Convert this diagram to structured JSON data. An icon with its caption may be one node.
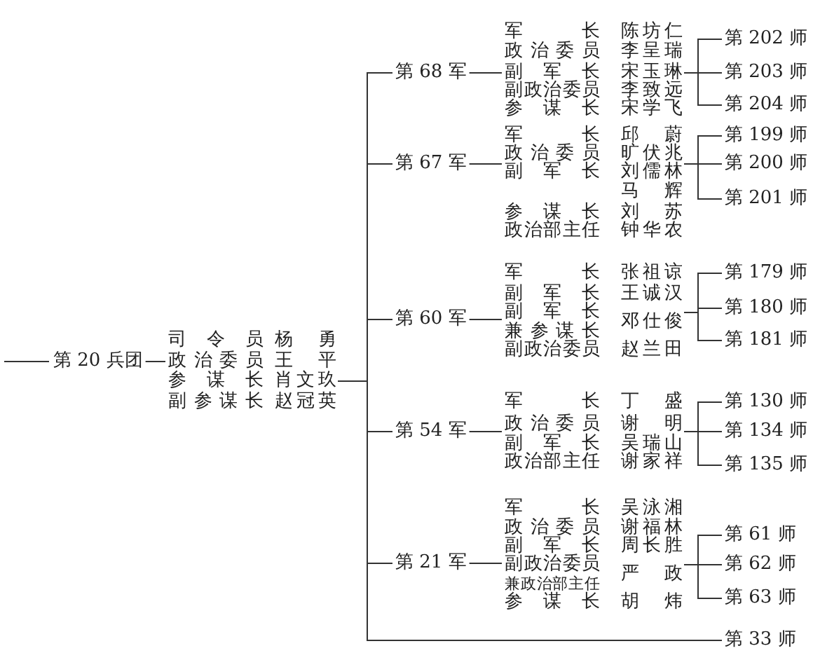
{
  "diagram": {
    "nodes": [
      {
        "text": [
          "第 20 兵团"
        ]
      },
      {
        "text": [
          "司令员",
          "杨勇",
          "政治委员",
          "王平",
          "参谋长",
          "肖文玖",
          "副参谋长",
          "赵冠英"
        ]
      },
      {
        "text": [
          "第 68 军"
        ]
      },
      {
        "text": [
          "军长",
          "陈坊仁",
          "政治委员",
          "李呈瑞",
          "副军长",
          "宋玉琳",
          "副政治委员",
          "李致远",
          "参谋长",
          "宋学飞"
        ]
      },
      {
        "text": [
          "第 202 师"
        ]
      },
      {
        "text": [
          "第 203 师"
        ]
      },
      {
        "text": [
          "第 204 师"
        ]
      },
      {
        "text": [
          "第 67 军"
        ]
      },
      {
        "text": [
          "军长",
          "邱蔚",
          "政治委员",
          "旷伏兆",
          "副军长",
          "刘儒林",
          "马辉",
          "参谋长",
          "刘苏",
          "政治部主任",
          "钟华农"
        ]
      },
      {
        "text": [
          "第 199 师"
        ]
      },
      {
        "text": [
          "第 200 师"
        ]
      },
      {
        "text": [
          "第 201 师"
        ]
      },
      {
        "text": [
          "第 60 军"
        ]
      },
      {
        "text": [
          "军长",
          "张祖谅",
          "副军长",
          "王诚汉",
          "副军长兼参谋长",
          "邓仕俊",
          "副政治委员",
          "赵兰田"
        ]
      },
      {
        "text": [
          "第 179 师"
        ]
      },
      {
        "text": [
          "第 180 师"
        ]
      },
      {
        "text": [
          "第 181 师"
        ]
      },
      {
        "text": [
          "第 54 军"
        ]
      },
      {
        "text": [
          "军长",
          "丁盛",
          "政治委员",
          "谢明",
          "副军长",
          "吴瑞山",
          "政治部主任",
          "谢家祥"
        ]
      },
      {
        "text": [
          "第 130 师"
        ]
      },
      {
        "text": [
          "第 134 师"
        ]
      },
      {
        "text": [
          "第 135 师"
        ]
      },
      {
        "text": [
          "第 21 军"
        ]
      },
      {
        "text": [
          "军长",
          "吴泳湘",
          "政治委员",
          "谢福林",
          "副军长",
          "周长胜",
          "副政治委员兼政治部主任",
          "严政",
          "参谋长",
          "胡炜"
        ]
      },
      {
        "text": [
          "第 61 师"
        ]
      },
      {
        "text": [
          "第 62 师"
        ]
      },
      {
        "text": [
          "第 63 师"
        ]
      },
      {
        "text": [
          "第 33 师"
        ]
      }
    ],
    "edges": [
      {
        "from": null,
        "to": 0,
        "arrow": "none"
      },
      {
        "from": 0,
        "to": 1,
        "arrow": "none"
      },
      {
        "from": 1,
        "to": 2,
        "arrow": "none"
      },
      {
        "from": 2,
        "to": 3,
        "arrow": "none"
      },
      {
        "from": 3,
        "to": 4,
        "arrow": "none"
      },
      {
        "from": 3,
        "to": 5,
        "arrow": "none"
      },
      {
        "from": 3,
        "to": 6,
        "arrow": "none"
      },
      {
        "from": 1,
        "to": 7,
        "arrow": "none"
      },
      {
        "from": 7,
        "to": 8,
        "arrow": "none"
      },
      {
        "from": 8,
        "to": 9,
        "arrow": "none"
      },
      {
        "from": 8,
        "to": 10,
        "arrow": "none"
      },
      {
        "from": 8,
        "to": 11,
        "arrow": "none"
      },
      {
        "from": 1,
        "to": 12,
        "arrow": "none"
      },
      {
        "from": 12,
        "to": 13,
        "arrow": "none"
      },
      {
        "from": 13,
        "to": 14,
        "arrow": "none"
      },
      {
        "from": 13,
        "to": 15,
        "arrow": "none"
      },
      {
        "from": 13,
        "to": 16,
        "arrow": "none"
      },
      {
        "from": 1,
        "to": 17,
        "arrow": "none"
      },
      {
        "from": 17,
        "to": 18,
        "arrow": "none"
      },
      {
        "from": 18,
        "to": 19,
        "arrow": "none"
      },
      {
        "from": 18,
        "to": 20,
        "arrow": "none"
      },
      {
        "from": 18,
        "to": 21,
        "arrow": "none"
      },
      {
        "from": 1,
        "to": 22,
        "arrow": "none"
      },
      {
        "from": 22,
        "to": 23,
        "arrow": "none"
      },
      {
        "from": 23,
        "to": 24,
        "arrow": "none"
      },
      {
        "from": 23,
        "to": 25,
        "arrow": "none"
      },
      {
        "from": 23,
        "to": 26,
        "arrow": "none"
      },
      {
        "from": 1,
        "to": 27,
        "arrow": "none"
      }
    ]
  }
}
